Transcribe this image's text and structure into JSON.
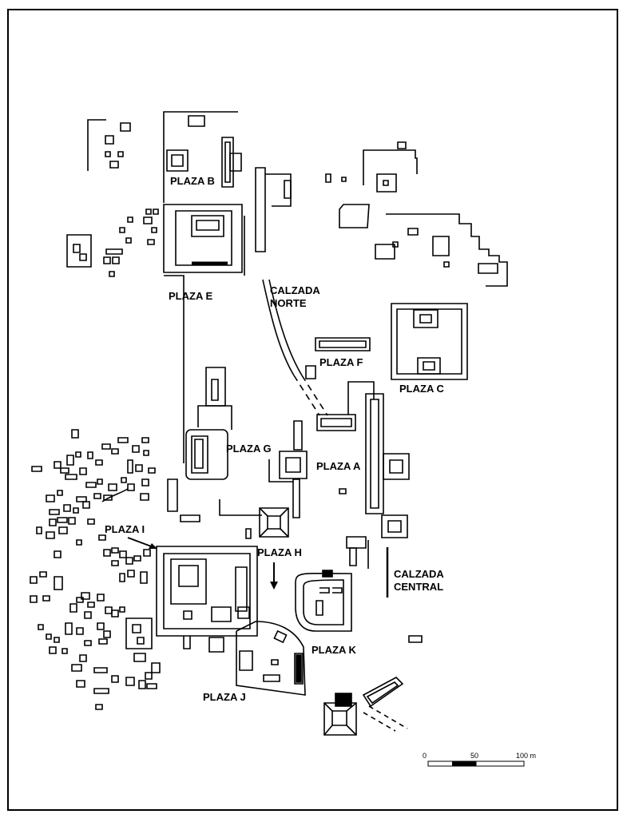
{
  "labels": {
    "plaza_b": "PLAZA B",
    "plaza_e": "PLAZA E",
    "calzada_norte_1": "CALZADA",
    "calzada_norte_2": "NORTE",
    "plaza_f": "PLAZA F",
    "plaza_c": "PLAZA C",
    "plaza_g": "PLAZA G",
    "plaza_a": "PLAZA A",
    "plaza_i": "PLAZA I",
    "plaza_h": "PLAZA H",
    "calzada_central_1": "CALZADA",
    "calzada_central_2": "CENTRAL",
    "plaza_k": "PLAZA K",
    "plaza_j": "PLAZA J"
  },
  "scale_bar": {
    "ticks": [
      "0",
      "50",
      "100 m"
    ],
    "unit": "m"
  }
}
